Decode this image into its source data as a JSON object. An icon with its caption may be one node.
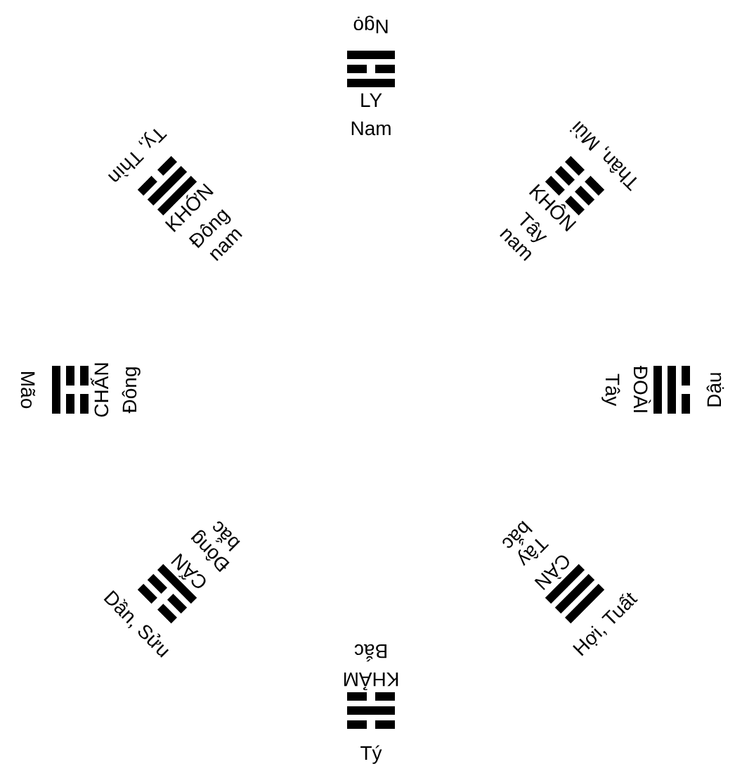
{
  "diagram": {
    "labels": [
      "Ngọ",
      "LY",
      "Nam",
      "Tỵ, Thìn",
      "KHỚN",
      "Đông nam",
      "Thân, Mùi",
      "KHÔN",
      "Tây nam",
      "Mão",
      "CHẤN",
      "Đông",
      "Dậu",
      "ĐOÀI",
      "Tây",
      "Dần, Sửu",
      "CẤN",
      "Đông bắc",
      "Hợi, Tuất",
      "CÀN",
      "Tây bắc",
      "Tý",
      "KHẢM",
      "Bắc"
    ]
  }
}
